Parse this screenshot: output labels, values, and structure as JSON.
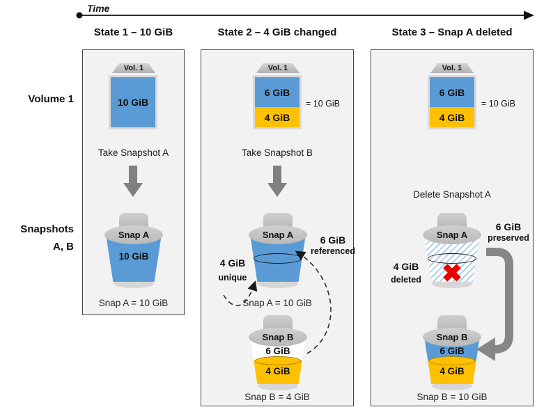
{
  "timeline": {
    "label": "Time"
  },
  "row_labels": {
    "volume": "Volume 1",
    "snapshots_line1": "Snapshots",
    "snapshots_line2": "A, B"
  },
  "colors": {
    "volume_blue": "#5B9BD5",
    "changed_orange": "#FFC000",
    "bucket_gray": "#BFBFBF",
    "arrow_gray": "#808080",
    "panel_bg": "#F2F2F2",
    "hatch_blue": "#AECFE9",
    "delete_red": "#E60000"
  },
  "states": [
    {
      "title": "State 1 – 10 GiB",
      "volume": {
        "cap": "Vol. 1",
        "full": "10 GiB"
      },
      "action": "Take Snapshot A",
      "snap_a": {
        "name": "Snap A",
        "size": "10 GiB"
      },
      "snap_a_caption": "Snap A = 10 GiB"
    },
    {
      "title": "State 2 – 4 GiB changed",
      "volume": {
        "cap": "Vol. 1",
        "top": "6 GiB",
        "bottom": "4 GiB",
        "total": "= 10 GiB"
      },
      "action": "Take Snapshot B",
      "snap_a": {
        "name": "Snap A"
      },
      "snap_a_caption": "Snap A = 10 GiB",
      "left_note": {
        "size": "4 GiB",
        "word": "unique"
      },
      "right_note": {
        "size": "6 GiB",
        "word": "referenced"
      },
      "snap_b": {
        "name": "Snap B",
        "top": "6 GiB",
        "bottom": "4 GiB"
      },
      "snap_b_caption": "Snap B = 4 GiB"
    },
    {
      "title": "State 3 – Snap A deleted",
      "volume": {
        "cap": "Vol. 1",
        "top": "6 GiB",
        "bottom": "4 GiB",
        "total": "= 10 GiB"
      },
      "action": "Delete Snapshot A",
      "snap_a": {
        "name": "Snap A"
      },
      "left_note": {
        "size": "4 GiB",
        "word": "deleted"
      },
      "right_note": {
        "size": "6 GiB",
        "word": "preserved"
      },
      "delete_glyph": "✖",
      "snap_b": {
        "name": "Snap B",
        "top": "6 GiB",
        "bottom": "4 GiB"
      },
      "snap_b_caption": "Snap B = 10 GiB"
    }
  ]
}
